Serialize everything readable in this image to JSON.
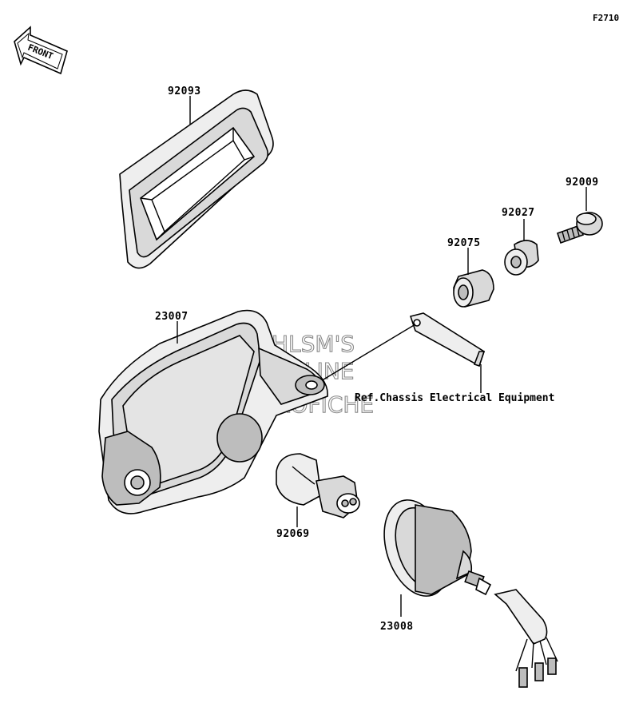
{
  "figure_code": "F2710",
  "front_label": "FRONT",
  "watermark": {
    "line1": "HLSM'S",
    "line2": "ONLINE",
    "line3": "MICROFICHE"
  },
  "parts": [
    {
      "number": "92093"
    },
    {
      "number": "92009"
    },
    {
      "number": "92027"
    },
    {
      "number": "92075"
    },
    {
      "number": "23007"
    },
    {
      "number": "92069"
    },
    {
      "number": "23008"
    }
  ],
  "reference_note": "Ref.Chassis Electrical Equipment"
}
